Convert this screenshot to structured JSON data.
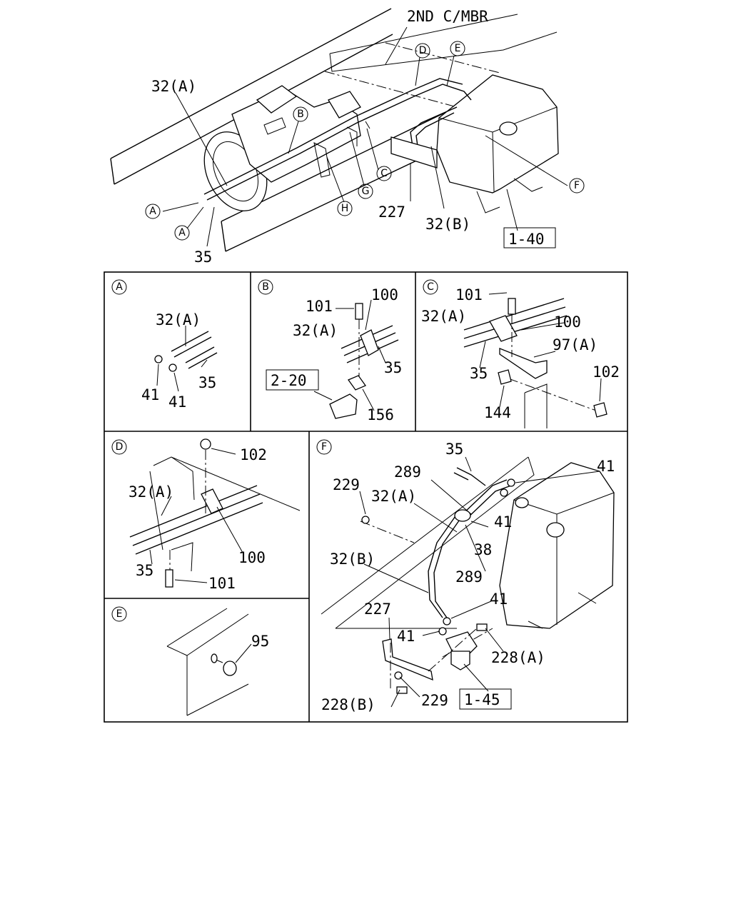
{
  "main_view": {
    "header": "2ND C/MBR",
    "labels": {
      "p32a": "32(A)",
      "p35": "35",
      "p227": "227",
      "p32b": "32(B)",
      "ref140": "1-40"
    },
    "callouts": {
      "a": "A",
      "b": "B",
      "c": "C",
      "d": "D",
      "e": "E",
      "f": "F",
      "g": "G",
      "h": "H"
    }
  },
  "panel_a": {
    "id": "A",
    "labels": {
      "p32a": "32(A)",
      "p35": "35",
      "p41a": "41",
      "p41b": "41"
    }
  },
  "panel_b": {
    "id": "B",
    "labels": {
      "p101": "101",
      "p100": "100",
      "p32a": "32(A)",
      "p35": "35",
      "ref220": "2-20",
      "p156": "156"
    }
  },
  "panel_c": {
    "id": "C",
    "labels": {
      "p101": "101",
      "p32a": "32(A)",
      "p100": "100",
      "p97a": "97(A)",
      "p35": "35",
      "p102": "102",
      "p144": "144"
    }
  },
  "panel_d": {
    "id": "D",
    "labels": {
      "p102": "102",
      "p32a": "32(A)",
      "p100": "100",
      "p35": "35",
      "p101": "101"
    }
  },
  "panel_e": {
    "id": "E",
    "labels": {
      "p95": "95"
    }
  },
  "panel_f": {
    "id": "F",
    "labels": {
      "p35": "35",
      "p289a": "289",
      "p41a": "41",
      "p229a": "229",
      "p32a": "32(A)",
      "p41b": "41",
      "p38": "38",
      "p289b": "289",
      "p32b": "32(B)",
      "p41c": "41",
      "p227": "227",
      "p41d": "41",
      "p228a": "228(A)",
      "p228b": "228(B)",
      "p229b": "229",
      "ref145": "1-45"
    }
  }
}
